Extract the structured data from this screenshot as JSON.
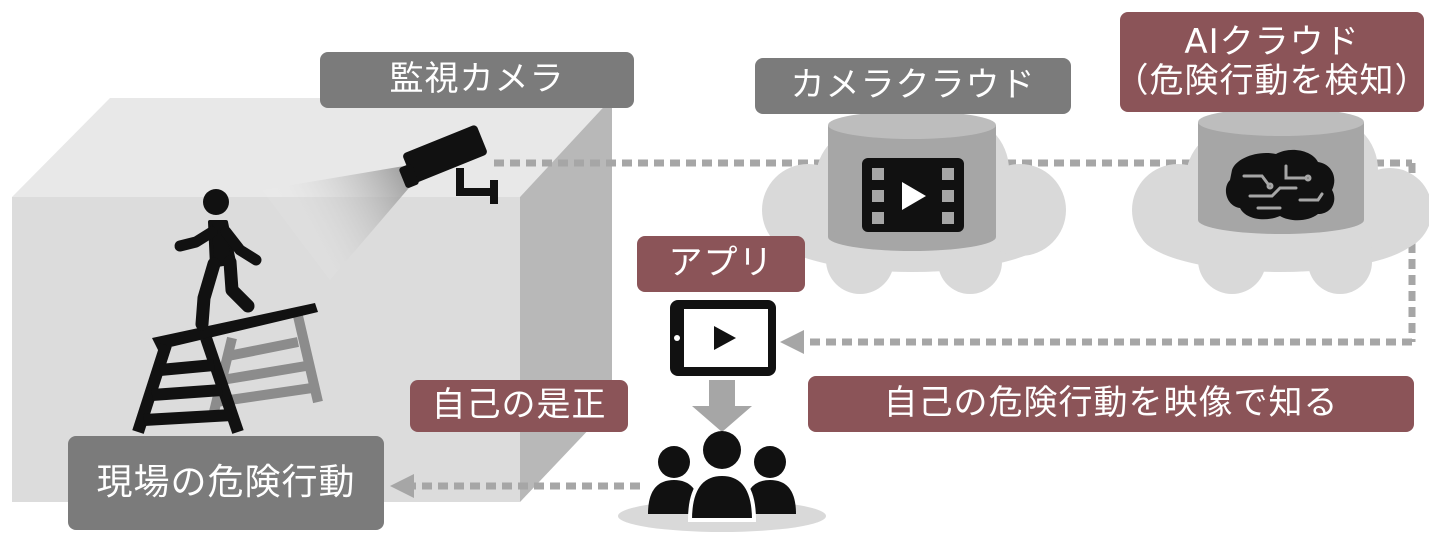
{
  "labels": {
    "camera": "監視カメラ",
    "camera_cloud": "カメラクラウド",
    "ai_cloud_line1": "AIクラウド",
    "ai_cloud_line2": "（危険行動を検知）",
    "app": "アプリ",
    "self_correction": "自己の是正",
    "know_by_video": "自己の危険行動を映像で知る",
    "onsite_risk": "現場の危険行動"
  },
  "colors": {
    "gray_label": "#7b7b7b",
    "maroon_label": "#8b5458",
    "cloud": "#d9d9d9",
    "cylinder": "#a6a6a6",
    "arrow": "#a6a6a6",
    "icon": "#111111"
  },
  "icons": [
    "security-camera-icon",
    "person-walking-icon",
    "stepladder-icon",
    "film-play-icon",
    "brain-circuit-icon",
    "tablet-play-icon",
    "people-group-icon",
    "down-arrow-icon",
    "left-arrow-icon"
  ]
}
